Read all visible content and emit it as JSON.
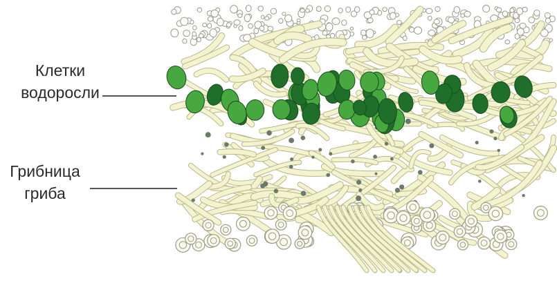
{
  "labels": {
    "algae_cells": {
      "line1": "Клетки",
      "line2": "водоросли"
    },
    "fungal_mycelium": {
      "line1": "Грибница",
      "line2": "гриба"
    }
  },
  "colors": {
    "algae_dark": "#1f6e2a",
    "algae_light": "#46a83e",
    "hypha_fill": "#f4f3cf",
    "hypha_stroke": "#b9b787",
    "cortex_cell_stroke": "#9a9a86",
    "pointer_line": "#555555"
  }
}
